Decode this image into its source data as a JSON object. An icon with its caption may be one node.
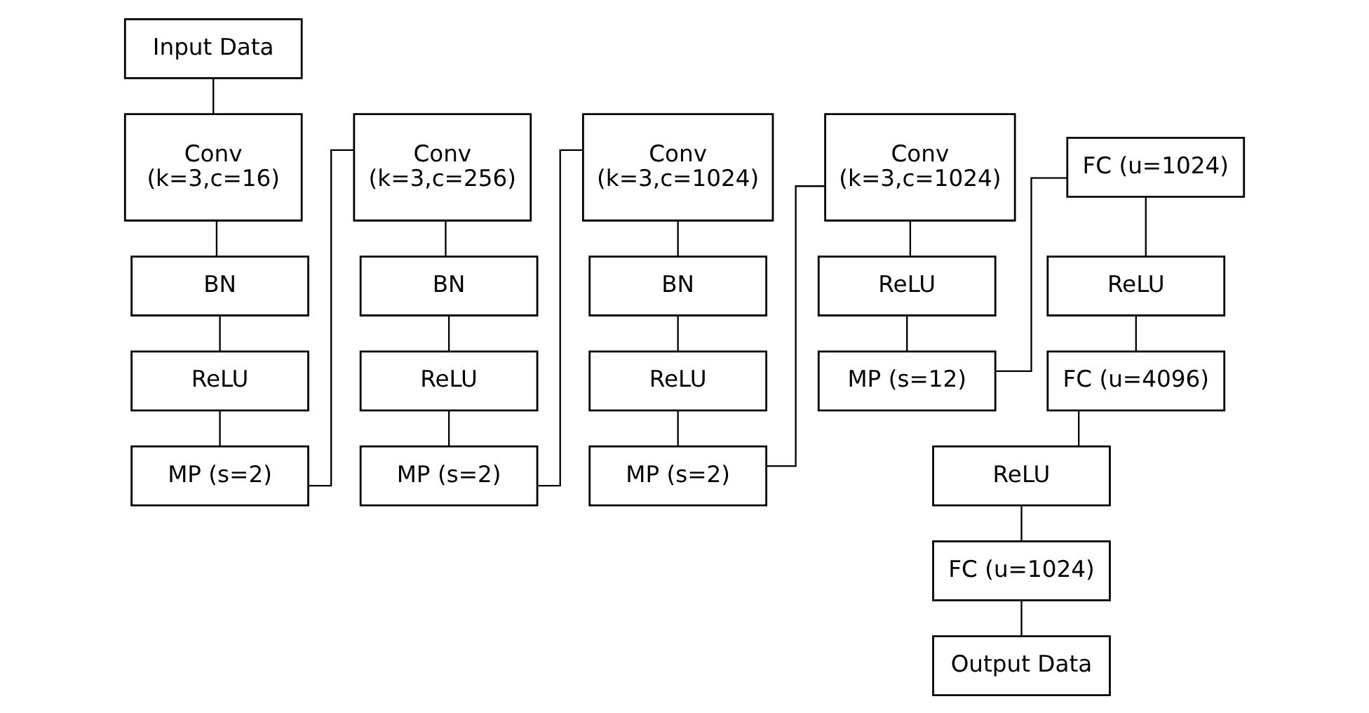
{
  "diagram": {
    "nodes": [
      {
        "text": [
          "Input Data"
        ]
      },
      {
        "text": [
          "Conv",
          "(k=3,c=16)"
        ]
      },
      {
        "text": [
          "BN"
        ]
      },
      {
        "text": [
          "ReLU"
        ]
      },
      {
        "text": [
          "MP (s=2)"
        ]
      },
      {
        "text": [
          "Conv",
          "(k=3,c=256)"
        ]
      },
      {
        "text": [
          "BN"
        ]
      },
      {
        "text": [
          "ReLU"
        ]
      },
      {
        "text": [
          "MP (s=2)"
        ]
      },
      {
        "text": [
          "Conv",
          "(k=3,c=1024)"
        ]
      },
      {
        "text": [
          "BN"
        ]
      },
      {
        "text": [
          "ReLU"
        ]
      },
      {
        "text": [
          "MP (s=2)"
        ]
      },
      {
        "text": [
          "Conv",
          "(k=3,c=1024)"
        ]
      },
      {
        "text": [
          "ReLU"
        ]
      },
      {
        "text": [
          "MP (s=12)"
        ]
      },
      {
        "text": [
          "FC (u=1024)"
        ]
      },
      {
        "text": [
          "ReLU"
        ]
      },
      {
        "text": [
          "FC (u=4096)"
        ]
      },
      {
        "text": [
          "ReLU"
        ]
      },
      {
        "text": [
          "FC (u=1024)"
        ]
      },
      {
        "text": [
          "Output Data"
        ]
      }
    ],
    "edges": [
      {
        "from": 0,
        "to": 1,
        "arrow": "none"
      },
      {
        "from": 1,
        "to": 2,
        "arrow": "none"
      },
      {
        "from": 2,
        "to": 3,
        "arrow": "none"
      },
      {
        "from": 3,
        "to": 4,
        "arrow": "none"
      },
      {
        "from": 4,
        "to": 5,
        "arrow": "none"
      },
      {
        "from": 5,
        "to": 6,
        "arrow": "none"
      },
      {
        "from": 6,
        "to": 7,
        "arrow": "none"
      },
      {
        "from": 7,
        "to": 8,
        "arrow": "none"
      },
      {
        "from": 8,
        "to": 9,
        "arrow": "none"
      },
      {
        "from": 9,
        "to": 10,
        "arrow": "none"
      },
      {
        "from": 10,
        "to": 11,
        "arrow": "none"
      },
      {
        "from": 11,
        "to": 12,
        "arrow": "none"
      },
      {
        "from": 12,
        "to": 13,
        "arrow": "none"
      },
      {
        "from": 13,
        "to": 14,
        "arrow": "none"
      },
      {
        "from": 14,
        "to": 15,
        "arrow": "none"
      },
      {
        "from": 15,
        "to": 16,
        "arrow": "none"
      },
      {
        "from": 16,
        "to": 17,
        "arrow": "none"
      },
      {
        "from": 17,
        "to": 18,
        "arrow": "none"
      },
      {
        "from": 18,
        "to": 19,
        "arrow": "none"
      },
      {
        "from": 19,
        "to": 20,
        "arrow": "none"
      },
      {
        "from": 20,
        "to": 21,
        "arrow": "none"
      }
    ]
  }
}
